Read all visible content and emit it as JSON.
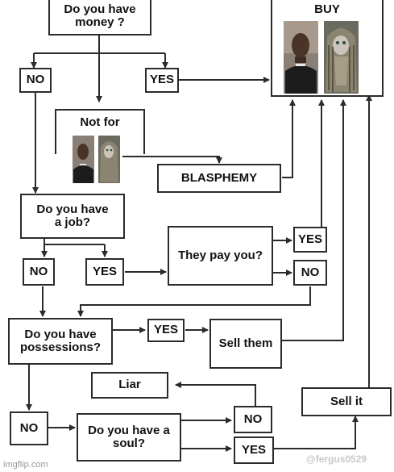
{
  "nodes": {
    "have_money": "Do you have money ?",
    "buy": "BUY",
    "no_money": "NO",
    "yes_money": "YES",
    "not_for": "Not for",
    "blasphemy": "BLASPHEMY",
    "have_job": "Do you have a job?",
    "no_job": "NO",
    "yes_job": "YES",
    "they_pay": "They pay you?",
    "pay_yes": "YES",
    "pay_no": "NO",
    "possessions": "Do you have possessions?",
    "poss_yes": "YES",
    "sell_them": "Sell them",
    "liar": "Liar",
    "no_poss": "NO",
    "have_soul": "Do you have a soul?",
    "soul_no": "NO",
    "soul_yes": "YES",
    "sell_it": "Sell it"
  },
  "images": {
    "man_photo": "man-portrait-photo",
    "cat_photo": "cat-in-dreadlocks-photo"
  },
  "watermark": "imgflip.com",
  "credit": "@fergus0529",
  "colors": {
    "line": "#2b2b2b",
    "text": "#111111",
    "background": "#ffffff"
  }
}
